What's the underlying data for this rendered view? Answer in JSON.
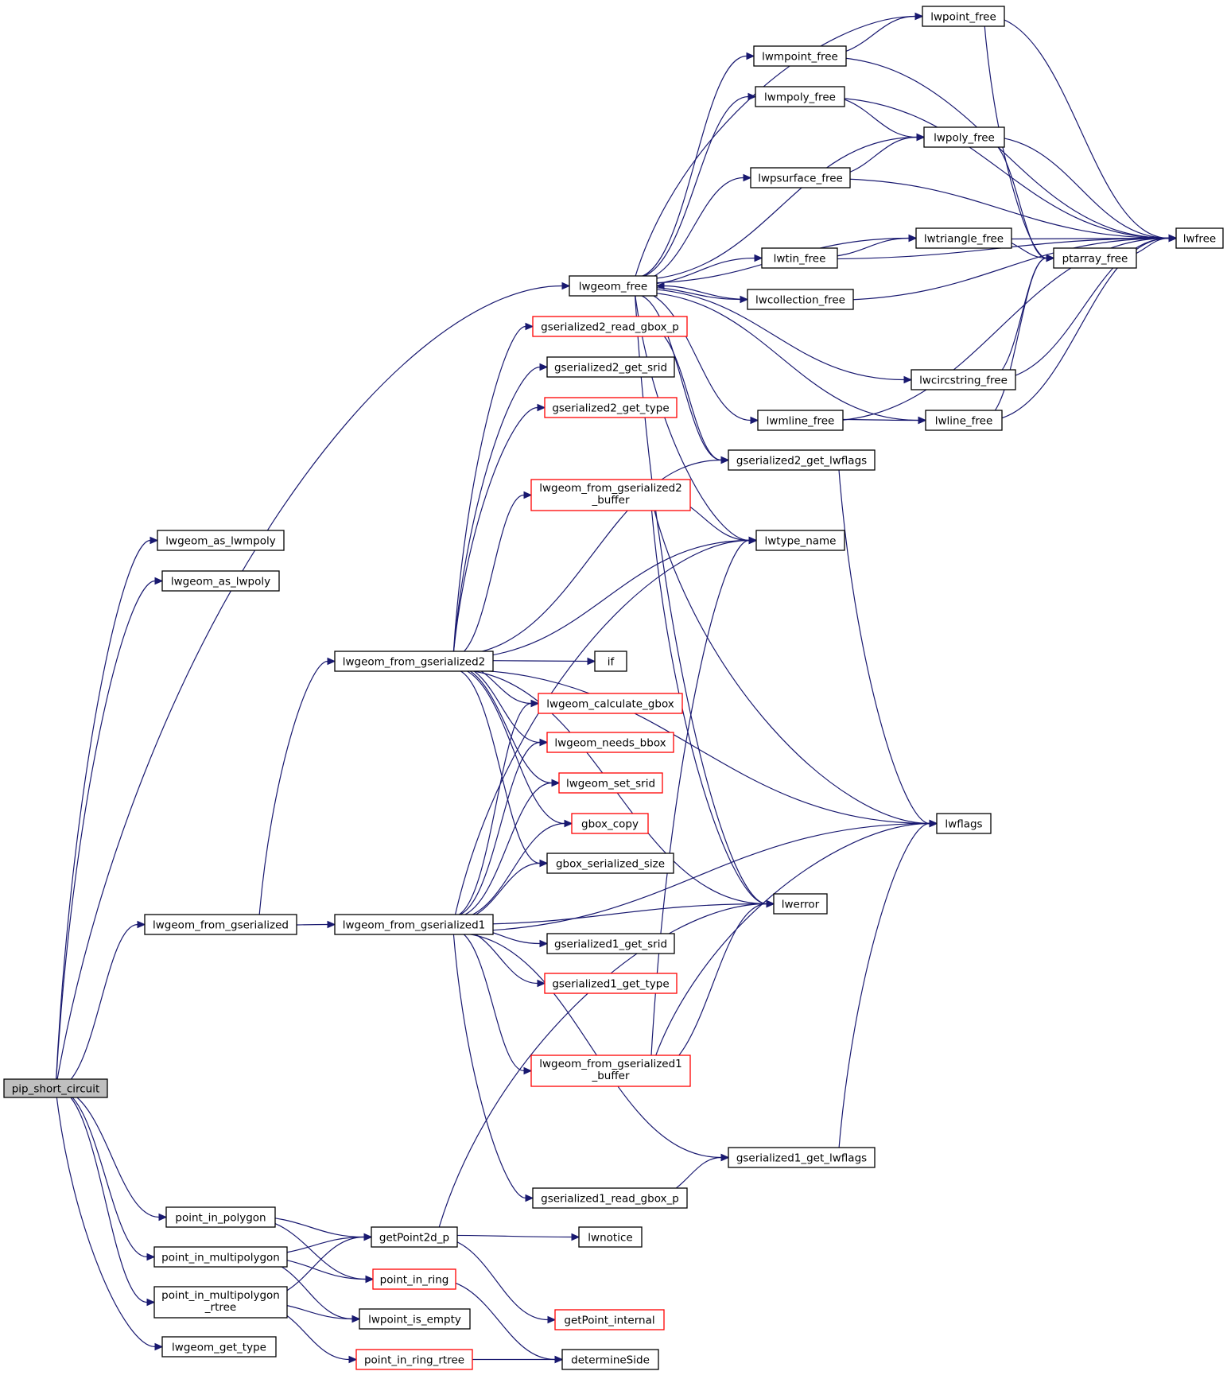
{
  "diagram": {
    "root": "pip_short_circuit",
    "colors": {
      "edge": "#191970",
      "node_border": "#000000",
      "node_border_undocumented": "#ff0000",
      "root_fill": "#bfbfbf",
      "node_fill": "#ffffff"
    },
    "nodes": {
      "pip_short_circuit": "pip_short_circuit",
      "lwgeom_as_lwmpoly": "lwgeom_as_lwmpoly",
      "lwgeom_as_lwpoly": "lwgeom_as_lwpoly",
      "lwgeom_free": "lwgeom_free",
      "lwgeom_from_gserialized": "lwgeom_from_gserialized",
      "point_in_polygon": "point_in_polygon",
      "point_in_multipolygon": "point_in_multipolygon",
      "point_in_multipolygon_rtree": [
        "point_in_multipolygon",
        "_rtree"
      ],
      "lwgeom_get_type": "lwgeom_get_type",
      "lwpoint_free": "lwpoint_free",
      "lwmpoint_free": "lwmpoint_free",
      "lwmpoly_free": "lwmpoly_free",
      "lwpoly_free": "lwpoly_free",
      "lwpsurface_free": "lwpsurface_free",
      "lwtriangle_free": "lwtriangle_free",
      "lwtin_free": "lwtin_free",
      "ptarray_free": "ptarray_free",
      "lwfree": "lwfree",
      "lwcollection_free": "lwcollection_free",
      "lwcircstring_free": "lwcircstring_free",
      "lwmline_free": "lwmline_free",
      "lwline_free": "lwline_free",
      "gserialized2_read_gbox_p": "gserialized2_read_gbox_p",
      "gserialized2_get_srid": "gserialized2_get_srid",
      "gserialized2_get_type": "gserialized2_get_type",
      "gserialized2_get_lwflags": "gserialized2_get_lwflags",
      "lwgeom_from_gserialized2_buffer": [
        "lwgeom_from_gserialized2",
        "_buffer"
      ],
      "lwtype_name": "lwtype_name",
      "lwgeom_from_gserialized2": "lwgeom_from_gserialized2",
      "if": "if",
      "lwgeom_calculate_gbox": "lwgeom_calculate_gbox",
      "lwgeom_needs_bbox": "lwgeom_needs_bbox",
      "lwgeom_set_srid": "lwgeom_set_srid",
      "gbox_copy": "gbox_copy",
      "gbox_serialized_size": "gbox_serialized_size",
      "lwflags": "lwflags",
      "lwerror": "lwerror",
      "lwgeom_from_gserialized1": "lwgeom_from_gserialized1",
      "gserialized1_get_srid": "gserialized1_get_srid",
      "gserialized1_get_type": "gserialized1_get_type",
      "lwgeom_from_gserialized1_buffer": [
        "lwgeom_from_gserialized1",
        "_buffer"
      ],
      "gserialized1_get_lwflags": "gserialized1_get_lwflags",
      "gserialized1_read_gbox_p": "gserialized1_read_gbox_p",
      "getPoint2d_p": "getPoint2d_p",
      "lwnotice": "lwnotice",
      "point_in_ring": "point_in_ring",
      "getPoint_internal": "getPoint_internal",
      "lwpoint_is_empty": "lwpoint_is_empty",
      "point_in_ring_rtree": "point_in_ring_rtree",
      "determineSide": "determineSide"
    }
  }
}
